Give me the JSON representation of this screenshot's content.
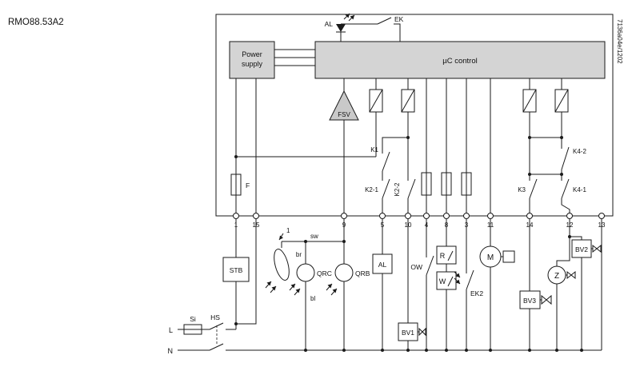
{
  "title": "RMO88.53A2",
  "doc_ref": "7136a04e/1202",
  "controller": {
    "power_supply_line1": "Power",
    "power_supply_line2": "supply",
    "uc_control": "µC control",
    "fsv": "FSV",
    "alarm_led": "AL",
    "reset_button": "EK",
    "fuse": "F",
    "relays": {
      "k1": "K1",
      "k2_1": "K2-1",
      "k2_2": "K2-2",
      "k3": "K3",
      "k4_1": "K4-1",
      "k4_2": "K4-2"
    }
  },
  "terminal_labels": [
    "1",
    "15",
    "9",
    "5",
    "10",
    "4",
    "8",
    "3",
    "11",
    "14",
    "12",
    "13"
  ],
  "external": {
    "stb": "STB",
    "hs": "HS",
    "si": "Si",
    "line": "L",
    "neutral": "N",
    "flame_note": "1",
    "wire_black": "sw",
    "wire_brown": "br",
    "wire_blue": "bl",
    "qrc": "QRC",
    "qrb": "QRB",
    "alarm_lamp": "AL",
    "ow": "OW",
    "control_thermostat": "R",
    "limit_thermostat": "W",
    "remote_reset": "EK2",
    "motor": "M",
    "valve1": "BV1",
    "valve2": "BV2",
    "valve3": "BV3",
    "ignition": "Z"
  },
  "colors": {
    "line": "#1a1a1a",
    "block_gray": "#d4d4d4",
    "background": "#ffffff"
  }
}
